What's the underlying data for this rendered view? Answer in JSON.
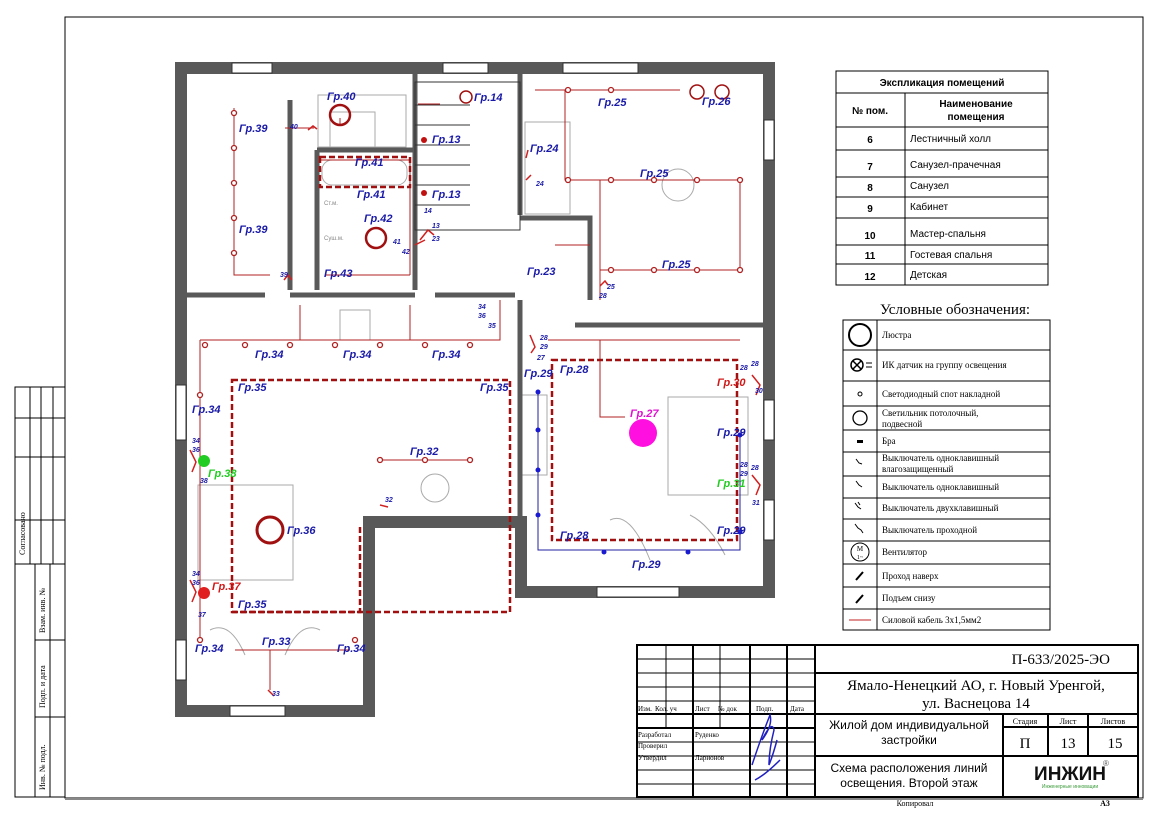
{
  "explication": {
    "title": "Экспликация помещений",
    "col_num": "№ пом.",
    "col_name_1": "Наименование",
    "col_name_2": "помещения",
    "rows": [
      {
        "num": "6",
        "name": "Лестничный холл"
      },
      {
        "num": "7",
        "name": "Санузел-прачечная"
      },
      {
        "num": "8",
        "name": "Санузел"
      },
      {
        "num": "9",
        "name": "Кабинет"
      },
      {
        "num": "10",
        "name": "Мастер-спальня"
      },
      {
        "num": "11",
        "name": "Гостевая спальня"
      },
      {
        "num": "12",
        "name": "Детская"
      }
    ]
  },
  "legend": {
    "title": "Условные обозначения:",
    "items": [
      {
        "icon": "chandelier-icon",
        "label": "Люстра"
      },
      {
        "icon": "ir-sensor-icon",
        "label": "ИК датчик на группу освещения"
      },
      {
        "icon": "led-spot-icon",
        "label": "Светодиодный спот накладной"
      },
      {
        "icon": "ceiling-light-icon",
        "label": "Светильник потолочный,",
        "label2": "подвесной"
      },
      {
        "icon": "sconce-icon",
        "label": "Бра"
      },
      {
        "icon": "switch-waterproof-icon",
        "label": "Выключатель одноклавишный",
        "label2": "влагозащищенный"
      },
      {
        "icon": "switch-single-icon",
        "label": "Выключатель одноклавишный"
      },
      {
        "icon": "switch-double-icon",
        "label": "Выключатель двухклавишный"
      },
      {
        "icon": "switch-passthrough-icon",
        "label": "Выключатель проходной"
      },
      {
        "icon": "fan-icon",
        "label": "Вентилятор",
        "fan_m": "M",
        "fan_1": "1~"
      },
      {
        "icon": "pass-up-icon",
        "label": "Проход наверх"
      },
      {
        "icon": "rise-from-below-icon",
        "label": "Подъем снизу"
      },
      {
        "icon": "power-cable-icon",
        "label": "Силовой кабель 3х1,5мм2"
      }
    ]
  },
  "plan": {
    "labels": [
      "Гр.40",
      "Гр.39",
      "Гр.39",
      "Гр.14",
      "Гр.13",
      "Гр.41",
      "Гр.41",
      "Гр.13",
      "Гр.42",
      "Гр.43",
      "Гр.25",
      "Гр.26",
      "Гр.24",
      "Гр.25",
      "Гр.23",
      "Гр.25",
      "Гр.34",
      "Гр.34",
      "Гр.34",
      "Гр.35",
      "Гр.35",
      "Гр.34",
      "Гр.29",
      "Гр.28",
      "Гр.32",
      "Гр.36",
      "Гр.35",
      "Гр.33",
      "Гр.34",
      "Гр.34",
      "Гр.29",
      "Гр.28",
      "Гр.29",
      "Гр.29"
    ],
    "red_labels": [
      "Гр.30",
      "Гр.37"
    ],
    "magenta_labels": [
      "Гр.27"
    ],
    "green_labels": [
      "Гр.38",
      "Гр.31"
    ],
    "numbers": [
      "40",
      "39",
      "14",
      "13",
      "23",
      "41",
      "42",
      "24",
      "25",
      "28",
      "34",
      "36",
      "35",
      "28",
      "29",
      "27",
      "32",
      "33",
      "34",
      "36",
      "37",
      "34",
      "36",
      "38",
      "28",
      "28",
      "30",
      "28",
      "29",
      "28",
      "31"
    ],
    "fixtures": [
      "Ст.м.",
      "Суш.м."
    ]
  },
  "stamp": {
    "agreed": "Согласовано",
    "replace_inv": "Взам. инв. №",
    "sign_date": "Подп. и дата",
    "inv_orig": "Инв. № подл."
  },
  "title_block": {
    "doc_code": "П-633/2025-ЭО",
    "address_1": "Ямало-Ненецкий АО, г. Новый Уренгой,",
    "address_2": "ул. Васнецова 14",
    "object_1": "Жилой дом индивидуальной",
    "object_2": "застройки",
    "stage_h": "Стадия",
    "sheet_h": "Лист",
    "sheets_h": "Листов",
    "stage": "П",
    "sheet": "13",
    "sheets": "15",
    "drawing_1": "Схема расположения линий",
    "drawing_2": "освещения. Второй этаж",
    "col_izm": "Изм.",
    "col_kol": "Кол. уч",
    "col_list": "Лист",
    "col_doc": "№ док",
    "col_sign": "Подп.",
    "col_date": "Дата",
    "role_dev": "Разработал",
    "name_dev": "Руденко",
    "role_check": "Проверил",
    "role_approve": "Утвердил",
    "name_approve": "Ларионов",
    "logo": "ИНЖИН",
    "logo_sub": "Инженерные инновации",
    "logo_reg": "®",
    "copied": "Копировал",
    "format": "А3"
  },
  "colors": {
    "wire": "#b02020",
    "label": "#1a1aa8",
    "wall": "#595959"
  }
}
